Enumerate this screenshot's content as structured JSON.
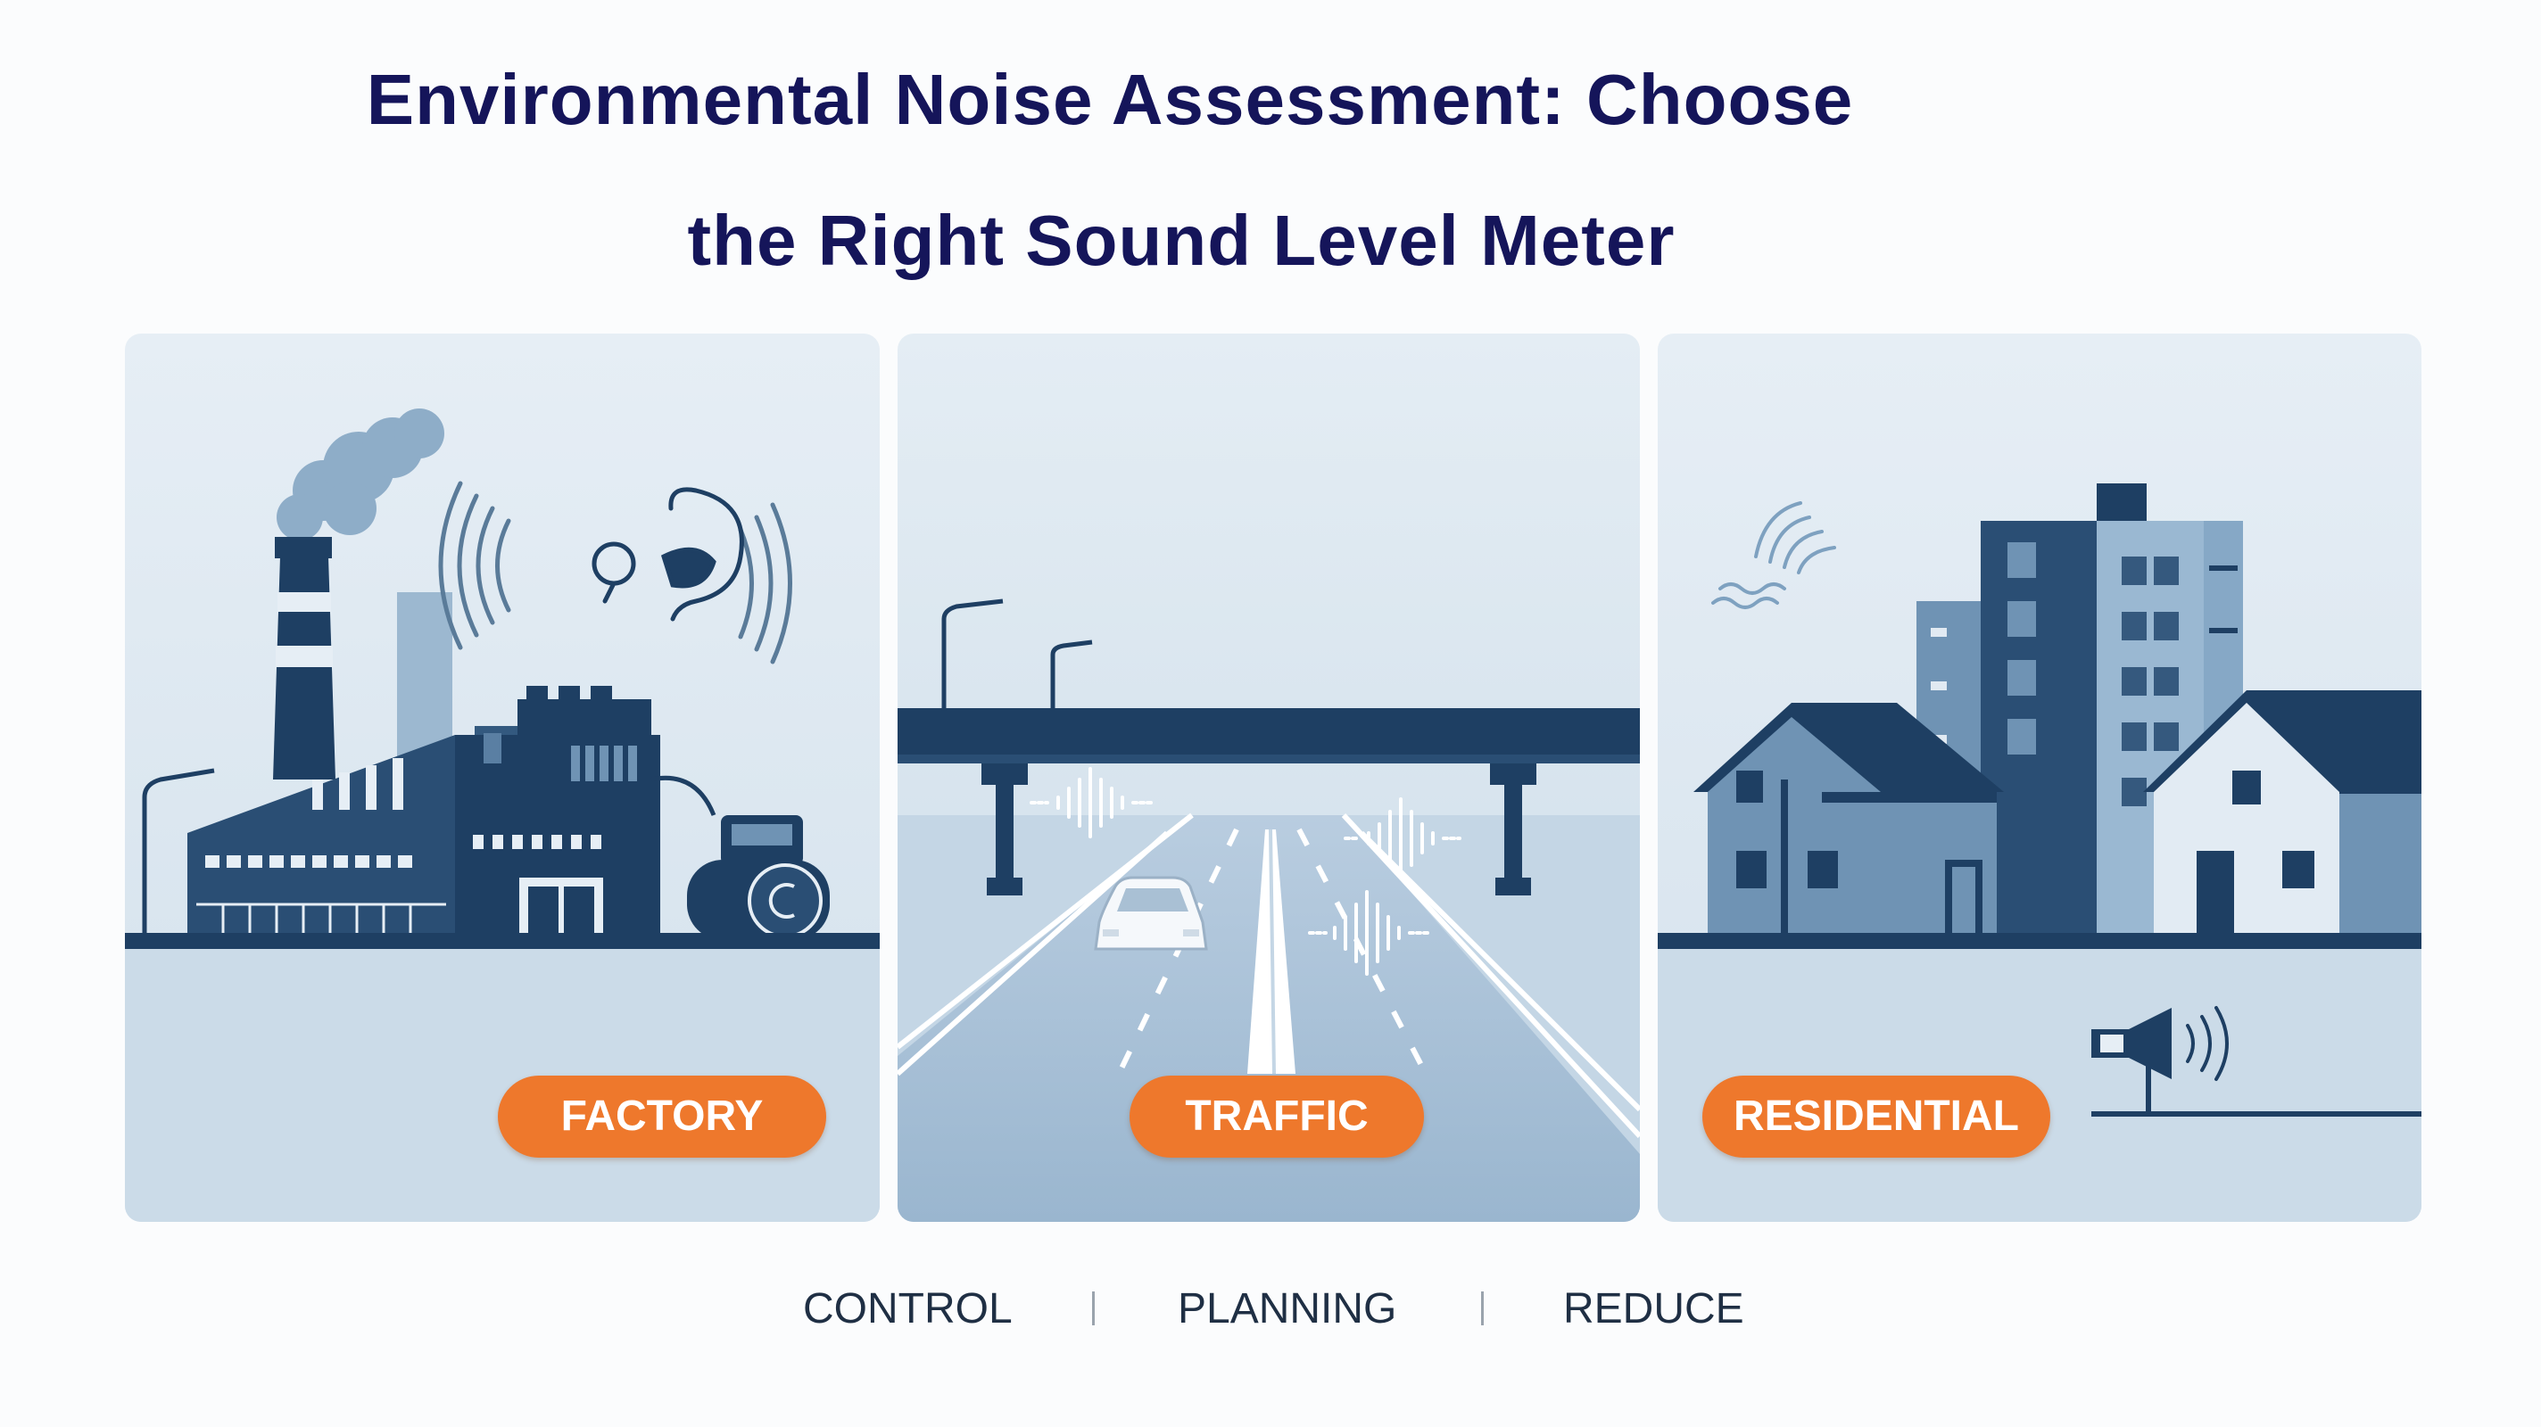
{
  "title": {
    "line1": "Environmental Noise Assessment: Choose",
    "line2": "the Right Sound Level Meter"
  },
  "panels": [
    {
      "label": "FACTORY",
      "icons": [
        "factory-icon",
        "smokestack-icon",
        "sound-wave-icon",
        "ear-icon",
        "roller-machine-icon"
      ]
    },
    {
      "label": "TRAFFIC",
      "icons": [
        "overpass-icon",
        "street-lamp-icon",
        "car-icon",
        "sound-wave-icon"
      ]
    },
    {
      "label": "RESIDENTIAL",
      "icons": [
        "house-icon",
        "apartment-building-icon",
        "wind-icon",
        "loudspeaker-icon"
      ]
    }
  ],
  "footer": {
    "items": [
      "CONTROL",
      "PLANNING",
      "REDUCE"
    ]
  },
  "colors": {
    "title": "#15155a",
    "badge": "#ee782c",
    "navy": "#1e3f63",
    "panel_sky": "#dfe9f1",
    "panel_ground": "#cfdde9"
  }
}
